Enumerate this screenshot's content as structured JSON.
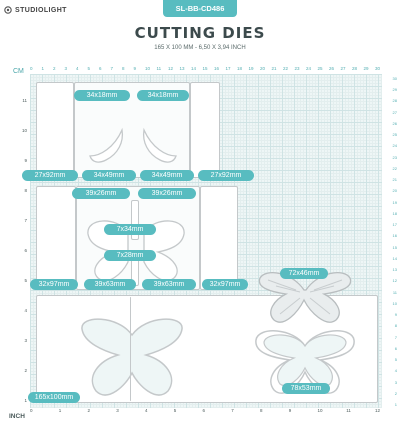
{
  "brand": {
    "name": "STUDIOLIGHT"
  },
  "sku": "SL-BB-CD486",
  "title": "CUTTING DIES",
  "subtitle": "165 X 100 MM - 6,50 X 3,94 INCH",
  "ruler": {
    "cm_label": "CM",
    "inch_label": "INCH",
    "top_cm": [
      "0",
      "1",
      "2",
      "3",
      "4",
      "5",
      "6",
      "7",
      "8",
      "9",
      "10",
      "11",
      "12",
      "13",
      "14",
      "15",
      "16",
      "17",
      "18",
      "19",
      "20",
      "21",
      "22",
      "23",
      "24",
      "25",
      "26",
      "27",
      "28",
      "29",
      "30"
    ],
    "left_inch": [
      "11",
      "10",
      "9",
      "8",
      "7",
      "6",
      "5",
      "4",
      "3",
      "2",
      "1"
    ],
    "bottom_inch": [
      "0",
      "1",
      "2",
      "3",
      "4",
      "5",
      "6",
      "7",
      "8",
      "9",
      "10",
      "11",
      "12"
    ],
    "right_cm": [
      "30",
      "29",
      "28",
      "27",
      "26",
      "25",
      "24",
      "23",
      "22",
      "21",
      "20",
      "19",
      "18",
      "17",
      "16",
      "15",
      "14",
      "13",
      "12",
      "11",
      "10",
      "9",
      "8",
      "7",
      "6",
      "5",
      "4",
      "3",
      "2",
      "1"
    ]
  },
  "dies": {
    "die_34x18": "34x18mm",
    "die_34x18_b": "34x18mm",
    "die_27x92": "27x92mm",
    "die_34x49": "34x49mm",
    "die_34x49_b": "34x49mm",
    "die_27x92_b": "27x92mm",
    "die_39x26": "39x26mm",
    "die_39x26_b": "39x26mm",
    "die_7x34": "7x34mm",
    "die_7x28": "7x28mm",
    "die_32x97": "32x97mm",
    "die_39x63": "39x63mm",
    "die_39x63_b": "39x63mm",
    "die_32x97_b": "32x97mm",
    "die_72x46": "72x46mm",
    "die_78x53": "78x53mm",
    "die_165x100": "165x100mm"
  }
}
